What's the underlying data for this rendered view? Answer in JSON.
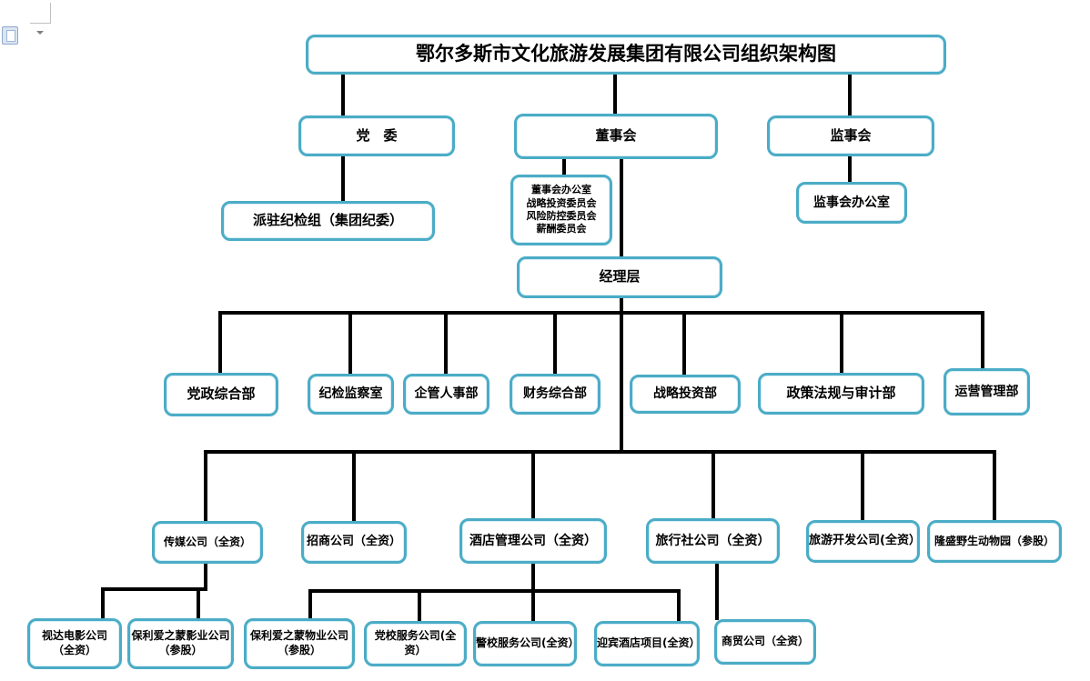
{
  "page_title": "鄂尔多斯市文化旅游发展集团有限公司组织架构图",
  "colors": {
    "box_border": "#4bacc6",
    "box_fill": "#ffffff",
    "connector": "#000000",
    "text": "#000000"
  },
  "chart_data": {
    "type": "org-chart",
    "title": "鄂尔多斯市文化旅游发展集团有限公司组织架构图"
  },
  "nodes": [
    {
      "id": "title",
      "parent": null,
      "label": "鄂尔多斯市文化旅游发展集团有限公司组织架构图"
    },
    {
      "id": "dangwei",
      "parent": "title",
      "label": "党　委"
    },
    {
      "id": "dongshihui",
      "parent": "title",
      "label": "董事会"
    },
    {
      "id": "jianshihui",
      "parent": "title",
      "label": "监事会"
    },
    {
      "id": "paizhu",
      "parent": "dangwei",
      "label": "派驻纪检组（集团纪委）"
    },
    {
      "id": "weiyuanhui",
      "parent": "dongshihui",
      "label": "董事会办公室\n战略投资委员会\n风险防控委员会\n薪酬委员会"
    },
    {
      "id": "jshbgs",
      "parent": "jianshihui",
      "label": "监事会办公室"
    },
    {
      "id": "jinglicen",
      "parent": "dongshihui",
      "label": "经理层"
    },
    {
      "id": "d1",
      "parent": "jinglicen",
      "label": "党政综合部"
    },
    {
      "id": "d2",
      "parent": "jinglicen",
      "label": "纪检监察室"
    },
    {
      "id": "d3",
      "parent": "jinglicen",
      "label": "企管人事部"
    },
    {
      "id": "d4",
      "parent": "jinglicen",
      "label": "财务综合部"
    },
    {
      "id": "d5",
      "parent": "jinglicen",
      "label": "战略投资部"
    },
    {
      "id": "d6",
      "parent": "jinglicen",
      "label": "政策法规与审计部"
    },
    {
      "id": "d7",
      "parent": "jinglicen",
      "label": "运营管理部"
    },
    {
      "id": "s1",
      "parent": "jinglicen",
      "label": "传媒公司（全资）"
    },
    {
      "id": "s2",
      "parent": "jinglicen",
      "label": "招商公司（全资）"
    },
    {
      "id": "s3",
      "parent": "jinglicen",
      "label": "酒店管理公司（全资）"
    },
    {
      "id": "s4",
      "parent": "jinglicen",
      "label": "旅行社公司（全资）"
    },
    {
      "id": "s5",
      "parent": "jinglicen",
      "label": "旅游开发公司(全资）"
    },
    {
      "id": "s6",
      "parent": "jinglicen",
      "label": "隆盛野生动物园（参股）"
    },
    {
      "id": "b1",
      "parent": "s1",
      "label": "视达电影公司\n（全资）"
    },
    {
      "id": "b2",
      "parent": "s1",
      "label": "保利爱之蒙影业公司\n（参股）"
    },
    {
      "id": "b3",
      "parent": "s3",
      "label": "保利爱之蒙物业公司\n（参股）"
    },
    {
      "id": "b4",
      "parent": "s3",
      "label": "党校服务公司(全资）"
    },
    {
      "id": "b5",
      "parent": "s3",
      "label": "警校服务公司(全资）"
    },
    {
      "id": "b6",
      "parent": "s3",
      "label": "迎宾酒店项目(全资）"
    },
    {
      "id": "b7",
      "parent": "s4",
      "label": "商贸公司（全资）"
    }
  ]
}
